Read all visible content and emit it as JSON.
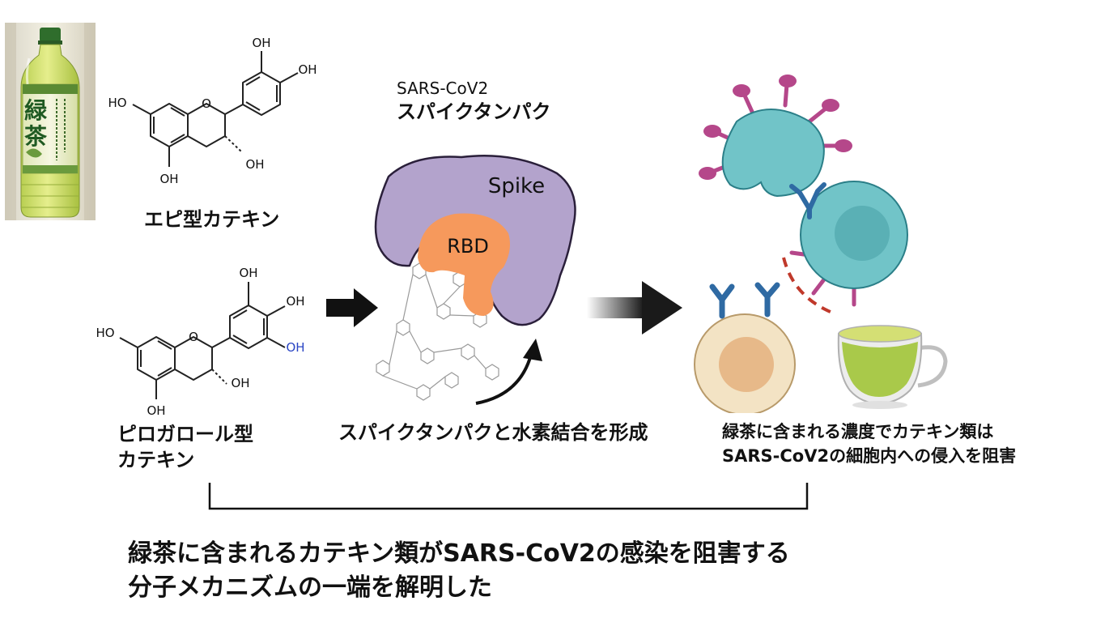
{
  "product": {
    "kanji_1": "緑",
    "kanji_2": "茶"
  },
  "labels": {
    "epi_catechin": "エピ型カテキン",
    "pyrogallol_catechin_l1": "ピロガロール型",
    "pyrogallol_catechin_l2": "カテキン",
    "spike_title_l1": "SARS-CoV2",
    "spike_title_l2": "スパイクタンパク",
    "spike": "Spike",
    "rbd": "RBD",
    "hydrogen_bond": "スパイクタンパクと水素結合を形成",
    "inhibit_l1": "緑茶に含まれる濃度でカテキン類は",
    "inhibit_l2": "SARS-CoV2の細胞内への侵入を阻害"
  },
  "chem": {
    "oh": "OH",
    "ho": "HO",
    "o": "O"
  },
  "conclusion": {
    "line1": "緑茶に含まれるカテキン類がSARS-CoV2の感染を阻害する",
    "line2": "分子メカニズムの一端を解明した"
  },
  "colors": {
    "spike": "#b3a3cc",
    "rbd": "#f6995c",
    "virus": "#71c4c8",
    "virus_spike": "#b5478a",
    "antibody": "#2f6aa3",
    "host_cell": "#f3e3c4",
    "host_nucleus": "#e7b989",
    "tea": "#a9c94a"
  }
}
